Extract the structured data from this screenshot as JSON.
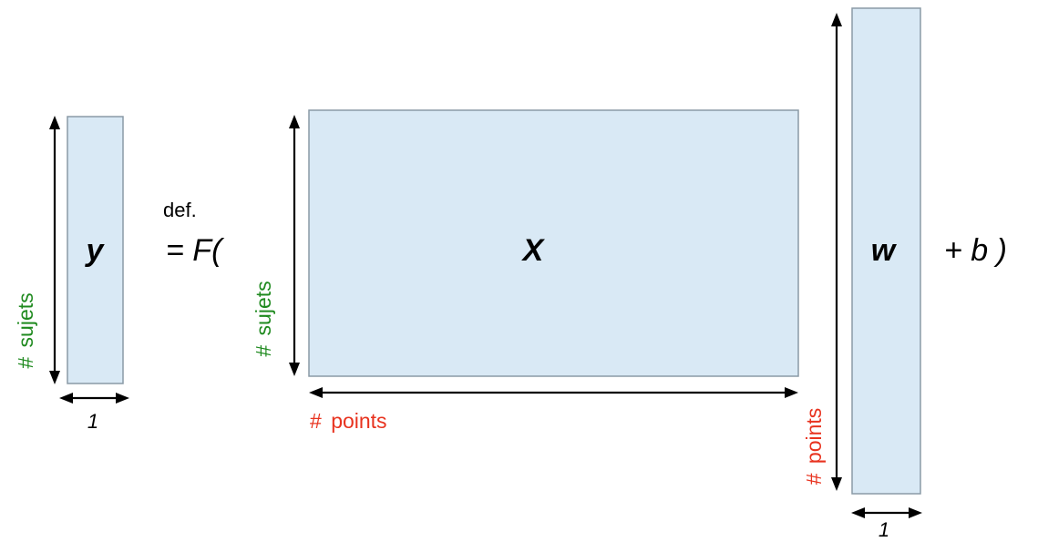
{
  "equation": {
    "y_symbol": "y",
    "def_label": "def.",
    "equals_f": "= F(",
    "x_symbol": "X",
    "w_symbol": "w",
    "plus_b": "+ b )"
  },
  "dimensions": {
    "hash": "#",
    "subjects_word": "sujets",
    "points_word": "points",
    "one": "1"
  },
  "colors": {
    "subjects": "#1f8a1f",
    "points": "#e8331f",
    "matrix_fill": "#d9e9f5",
    "matrix_border": "#8a9aa6"
  }
}
